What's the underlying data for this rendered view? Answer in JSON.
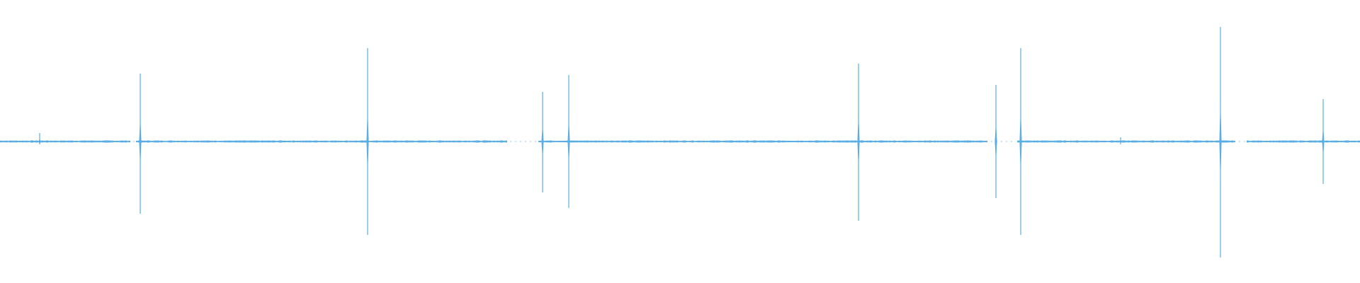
{
  "waveform": {
    "color": "#5aaee3",
    "background": "#ffffff",
    "duration_s": 1920,
    "amplitude_range": [
      -1,
      1
    ],
    "baseline_amplitude": 0.008,
    "spikes": [
      {
        "t": 56,
        "peak": 0.06,
        "trough": -0.02
      },
      {
        "t": 198,
        "peak": 0.48,
        "trough": -0.51
      },
      {
        "t": 519,
        "peak": 0.66,
        "trough": -0.66
      },
      {
        "t": 766,
        "peak": 0.35,
        "trough": -0.36
      },
      {
        "t": 803,
        "peak": 0.47,
        "trough": -0.47
      },
      {
        "t": 1212,
        "peak": 0.55,
        "trough": -0.56
      },
      {
        "t": 1406,
        "peak": 0.4,
        "trough": -0.4
      },
      {
        "t": 1441,
        "peak": 0.66,
        "trough": -0.66
      },
      {
        "t": 1582,
        "peak": 0.03,
        "trough": -0.02
      },
      {
        "t": 1723,
        "peak": 0.81,
        "trough": -0.82
      },
      {
        "t": 1868,
        "peak": 0.3,
        "trough": -0.3
      }
    ],
    "gaps": [
      {
        "from": 184,
        "to": 192
      },
      {
        "from": 716,
        "to": 760
      },
      {
        "from": 1395,
        "to": 1436
      },
      {
        "from": 1745,
        "to": 1760
      }
    ]
  }
}
